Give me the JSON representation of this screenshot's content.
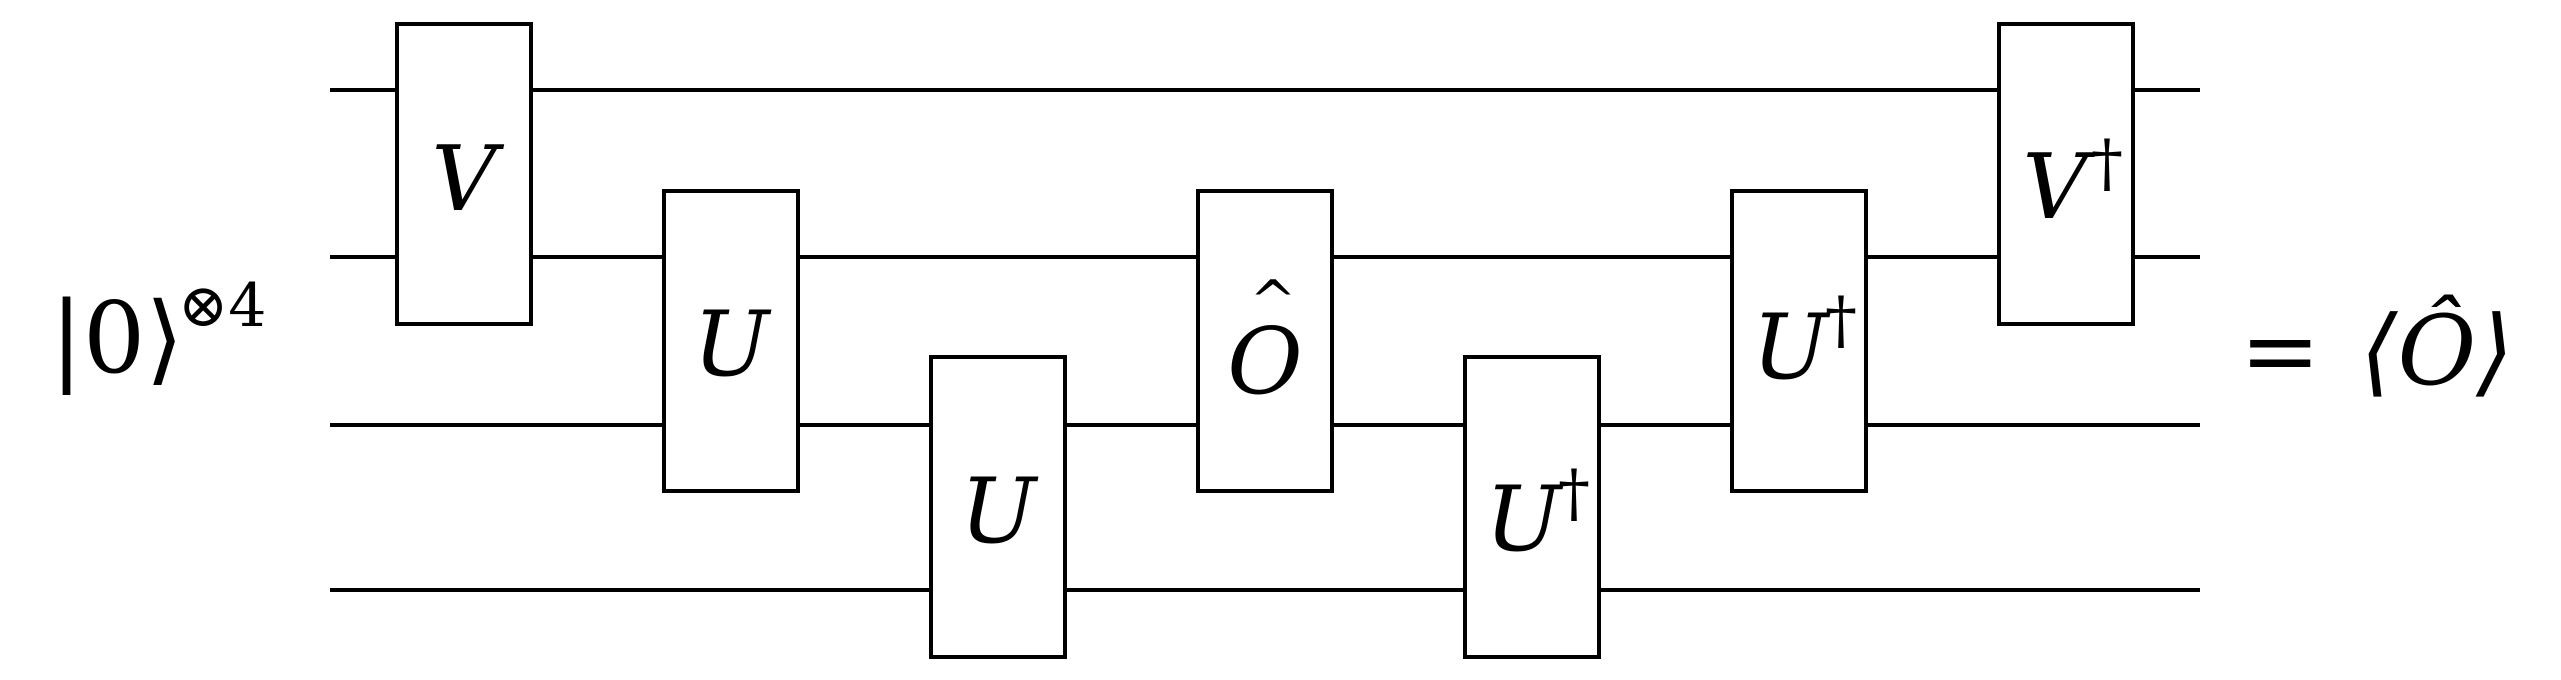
{
  "input_state": {
    "ket_label": "|0⟩",
    "tensor_power": "⊗4"
  },
  "wires": [
    {
      "id": "q1"
    },
    {
      "id": "q2"
    },
    {
      "id": "q3"
    },
    {
      "id": "q4"
    }
  ],
  "gates": [
    {
      "label": "V",
      "dagger": false,
      "hat": false
    },
    {
      "label": "U",
      "dagger": false,
      "hat": false
    },
    {
      "label": "U",
      "dagger": false,
      "hat": false
    },
    {
      "label": "O",
      "dagger": false,
      "hat": true
    },
    {
      "label": "U",
      "dagger": true,
      "hat": false
    },
    {
      "label": "U",
      "dagger": true,
      "hat": false
    },
    {
      "label": "V",
      "dagger": true,
      "hat": false
    }
  ],
  "dagger_symbol": "†",
  "hat_symbol": "^",
  "result": {
    "equals": "=",
    "expectation": "⟨Ô⟩"
  }
}
